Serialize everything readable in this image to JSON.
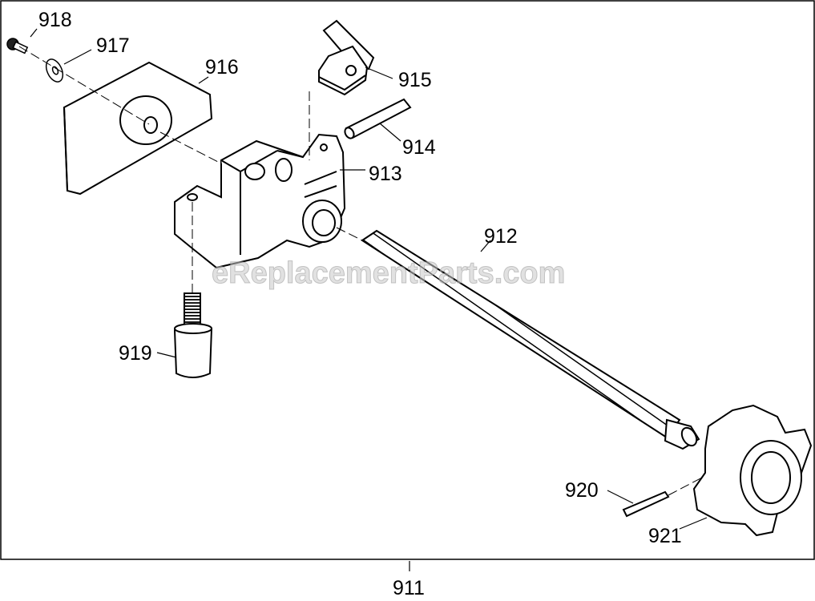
{
  "diagram": {
    "watermark": "eReplacementParts.com",
    "assembly_callout": "911",
    "callouts": {
      "p918": "918",
      "p917": "917",
      "p916": "916",
      "p915": "915",
      "p914": "914",
      "p913": "913",
      "p912": "912",
      "p919": "919",
      "p920": "920",
      "p921": "921"
    }
  }
}
